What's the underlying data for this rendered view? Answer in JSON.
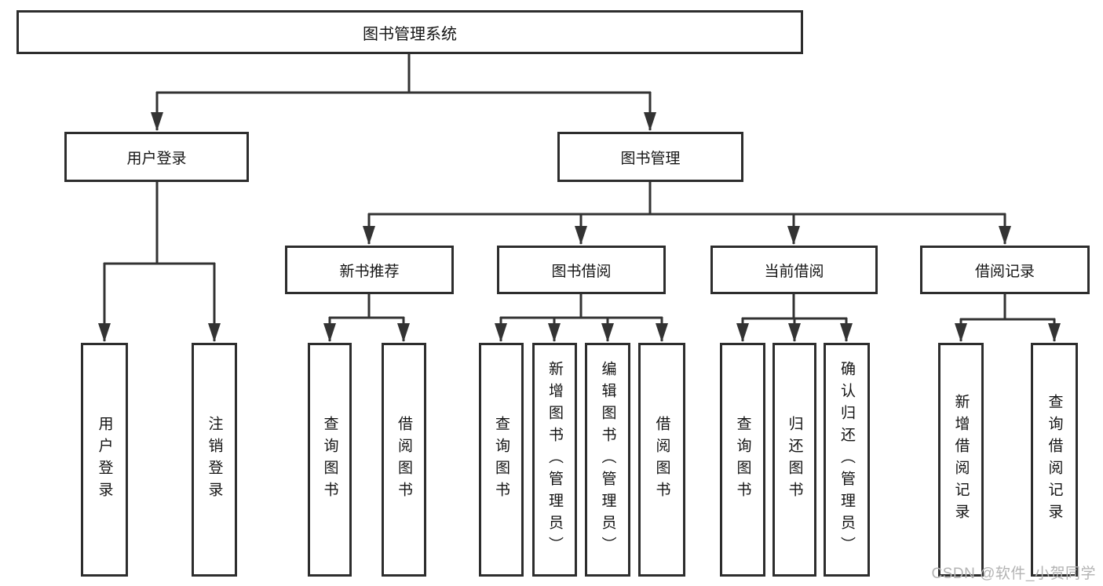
{
  "tree": {
    "root": "图书管理系统",
    "branches": [
      {
        "label": "用户登录",
        "children": [
          "用户登录",
          "注销登录"
        ]
      },
      {
        "label": "图书管理",
        "groups": [
          {
            "label": "新书推荐",
            "children": [
              "查询图书",
              "借阅图书"
            ]
          },
          {
            "label": "图书借阅",
            "children": [
              "查询图书",
              "新增图书（管理员）",
              "编辑图书（管理员）",
              "借阅图书"
            ]
          },
          {
            "label": "当前借阅",
            "children": [
              "查询图书",
              "归还图书",
              "确认归还（管理员）"
            ]
          },
          {
            "label": "借阅记录",
            "children": [
              "新增借阅记录",
              "查询借阅记录"
            ]
          }
        ]
      }
    ]
  },
  "watermark": {
    "text": "CSDN @软件_小贺同学"
  },
  "colors": {
    "line": "#333333",
    "box_border": "#2d2d2d",
    "text": "#141414",
    "watermark": "#b3b3b3",
    "background": "#ffffff"
  }
}
